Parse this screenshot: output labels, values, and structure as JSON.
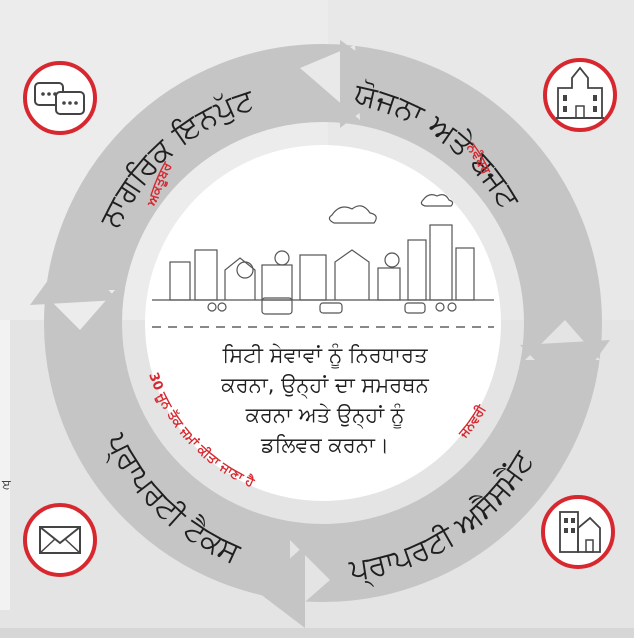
{
  "cycle": {
    "stages": [
      {
        "label": "ਨਾਗਰਿਕ ਇਨਪੁੱਟ",
        "month": "ਅਕਤੂਬਰ"
      },
      {
        "label": "ਯੋਜਨਾ ਅਤੇ ਬਜਟ",
        "month": "ਨਵੰਬਰ"
      },
      {
        "label": "ਪ੍ਰਾਪਰਟੀ ਅਸੈਸਮੈਂਟ",
        "month": "ਜਨਵਰੀ"
      },
      {
        "label": "ਪ੍ਰਾਪਰਟੀ ਟੈਕਸ",
        "month": "30 ਜੂਨ ਤੱਕ ਜਮਾਂ ਕੀਤਾ ਜਾਣਾ ਹੈ"
      }
    ],
    "center_lines": [
      "ਸਿਟੀ ਸੇਵਾਵਾਂ ਨੂੰ ਨਿਰਧਾਰਤ",
      "ਕਰਨਾ, ਉਨ੍ਹਾਂ ਦਾ ਸਮਰਥਨ",
      "ਕਰਨਾ ਅਤੇ ਉਨ੍ਹਾਂ ਨੂੰ",
      "ਡਲਿਵਰ ਕਰਨਾ।"
    ],
    "icons": [
      "chat-bubbles-icon",
      "city-hall-icon",
      "buildings-icon",
      "envelope-icon"
    ],
    "colors": {
      "arrow": "#c5c5c5",
      "ring_red": "#d7282f",
      "month_red": "#d7282f",
      "text": "#1f1f1f"
    }
  },
  "fragments": [
    "ੲ"
  ]
}
